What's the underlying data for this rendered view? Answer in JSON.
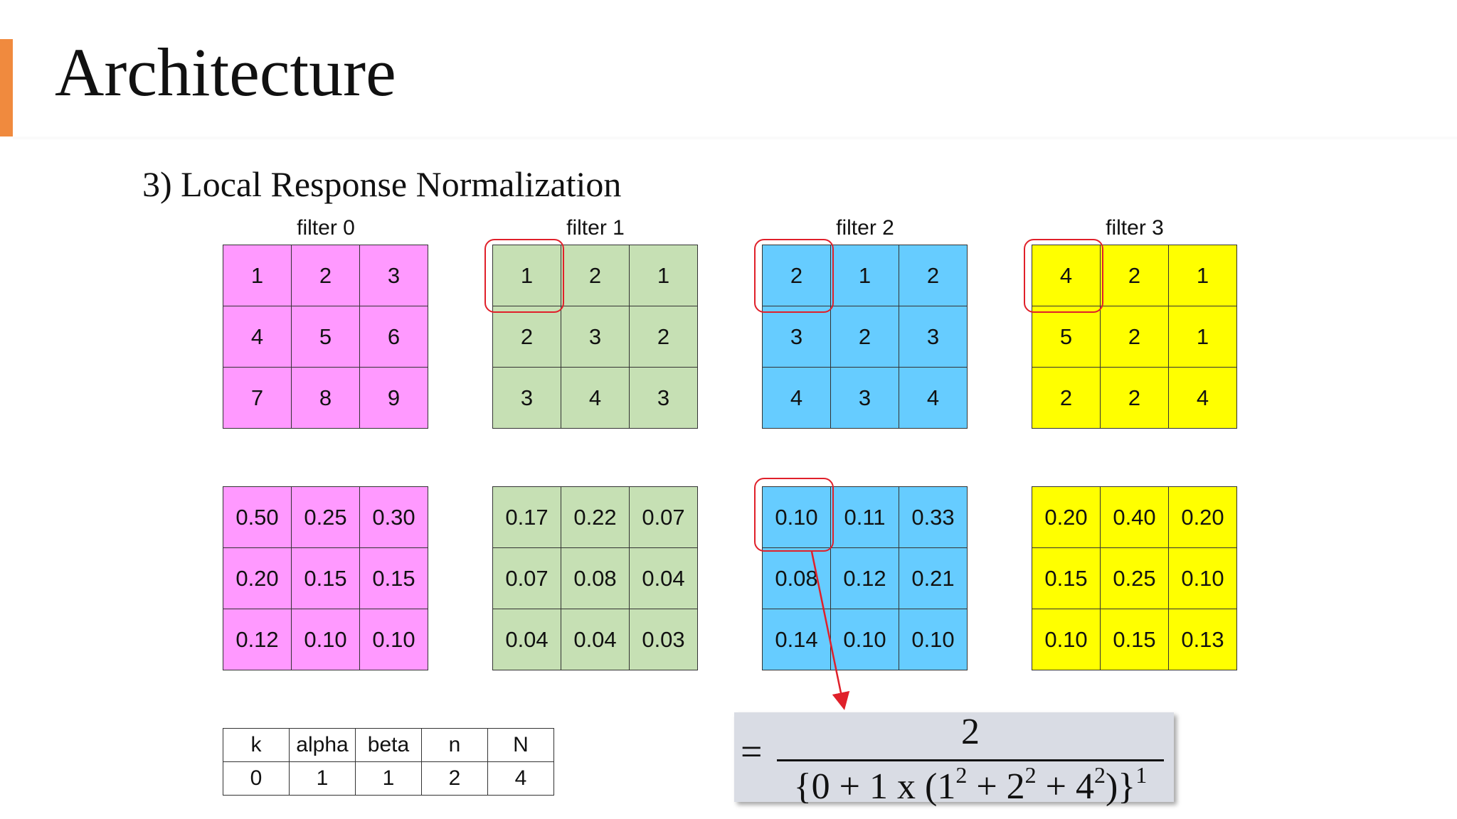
{
  "slide": {
    "title": "Architecture",
    "subtitle": "3) Local Response Normalization"
  },
  "filters": [
    {
      "label": "filter 0",
      "color": "#FF99FF",
      "input": [
        [
          "1",
          "2",
          "3"
        ],
        [
          "4",
          "5",
          "6"
        ],
        [
          "7",
          "8",
          "9"
        ]
      ],
      "output": [
        [
          "0.50",
          "0.25",
          "0.30"
        ],
        [
          "0.20",
          "0.15",
          "0.15"
        ],
        [
          "0.12",
          "0.10",
          "0.10"
        ]
      ]
    },
    {
      "label": "filter 1",
      "color": "#C6E0B4",
      "input": [
        [
          "1",
          "2",
          "1"
        ],
        [
          "2",
          "3",
          "2"
        ],
        [
          "3",
          "4",
          "3"
        ]
      ],
      "output": [
        [
          "0.17",
          "0.22",
          "0.07"
        ],
        [
          "0.07",
          "0.08",
          "0.04"
        ],
        [
          "0.04",
          "0.04",
          "0.03"
        ]
      ]
    },
    {
      "label": "filter 2",
      "color": "#66CCFF",
      "input": [
        [
          "2",
          "1",
          "2"
        ],
        [
          "3",
          "2",
          "3"
        ],
        [
          "4",
          "3",
          "4"
        ]
      ],
      "output": [
        [
          "0.10",
          "0.11",
          "0.33"
        ],
        [
          "0.08",
          "0.12",
          "0.21"
        ],
        [
          "0.14",
          "0.10",
          "0.10"
        ]
      ]
    },
    {
      "label": "filter 3",
      "color": "#FFFF00",
      "input": [
        [
          "4",
          "2",
          "1"
        ],
        [
          "5",
          "2",
          "1"
        ],
        [
          "2",
          "2",
          "4"
        ]
      ],
      "output": [
        [
          "0.20",
          "0.40",
          "0.20"
        ],
        [
          "0.15",
          "0.25",
          "0.10"
        ],
        [
          "0.10",
          "0.15",
          "0.13"
        ]
      ]
    }
  ],
  "params": {
    "headers": [
      "k",
      "alpha",
      "beta",
      "n",
      "N"
    ],
    "values": [
      "0",
      "1",
      "1",
      "2",
      "4"
    ]
  },
  "formula": {
    "equals": "=",
    "numerator": "2",
    "denominator": {
      "open": "{0 + 1 x (1",
      "exp1": "2",
      "plus1": " + 2",
      "exp2": "2",
      "plus2": " + 4",
      "exp3": "2",
      "close": ")}",
      "outer_exp": "1"
    }
  },
  "colors": {
    "accent": "#F08A3E",
    "highlight": "#E0202A",
    "formula_bg": "#D9DCE4"
  }
}
